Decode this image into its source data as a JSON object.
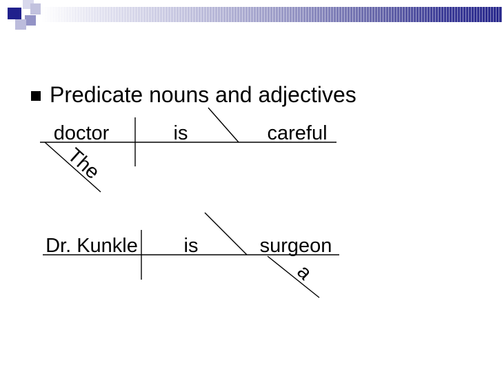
{
  "slide": {
    "title": {
      "bullet_icon": "square-bullet",
      "text": "Predicate nouns and adjectives"
    }
  },
  "diagrams": [
    {
      "sentence": "The doctor is careful",
      "subject": "doctor",
      "verb": "is",
      "predicate": "careful",
      "modifier": "The",
      "modifier_attached_to": "subject"
    },
    {
      "sentence": "Dr. Kunkle is a surgeon",
      "subject": "Dr. Kunkle",
      "verb": "is",
      "predicate": "surgeon",
      "modifier": "a",
      "modifier_attached_to": "predicate"
    }
  ],
  "theme": {
    "background": "#ffffff",
    "text_color": "#000000",
    "line_color": "#000000",
    "bar_dark_navy": "#28288c",
    "square_navy": "#20208c",
    "square_light_lavender": "#d8d8ec",
    "square_medium_lavender": "#bcbcdc",
    "square_purple": "#9393c6"
  }
}
